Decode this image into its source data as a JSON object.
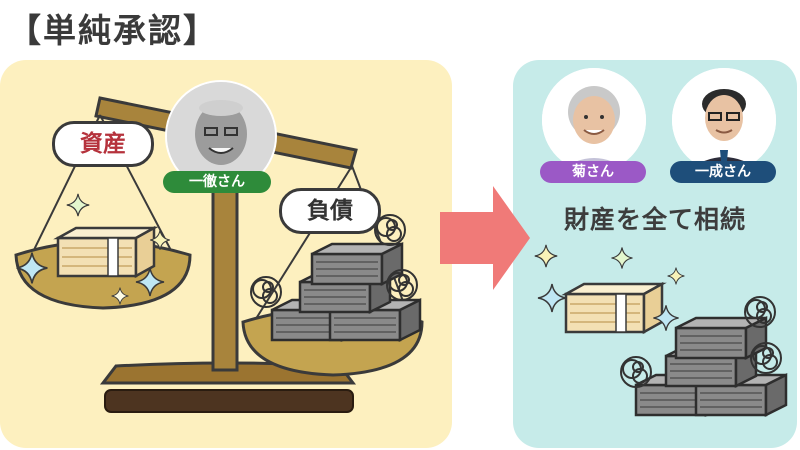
{
  "title": "【単純承認】",
  "left": {
    "asset_label": "資産",
    "debt_label": "負債",
    "deceased_name": "一徹さん"
  },
  "right": {
    "heirs": [
      {
        "name": "菊さん"
      },
      {
        "name": "一成さん"
      }
    ],
    "result_text": "財産を全て相続"
  },
  "colors": {
    "left_panel": "#fdf0bf",
    "right_panel": "#c6ebe9",
    "arrow": "#f07a78",
    "tag_issei": "#2e8b3a",
    "tag_kiku": "#9b59c6",
    "tag_kazunari": "#1e4e7a"
  },
  "icons": [
    "balance-scale-icon",
    "money-bundle-icon",
    "debt-bill-stack-icon",
    "sparkle-icon",
    "scribble-cloud-icon",
    "right-arrow-icon"
  ]
}
